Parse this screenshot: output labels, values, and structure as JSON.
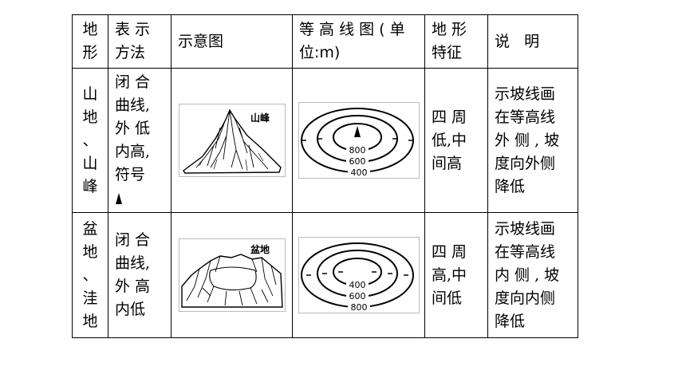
{
  "header": {
    "col1": [
      "地",
      "形"
    ],
    "col2": [
      "表 示",
      "方法"
    ],
    "col3": "示意图",
    "col4": [
      "等 高 线 图 ( 单",
      "位:m)"
    ],
    "col5": [
      "地 形",
      "特征"
    ],
    "col6": "说   明"
  },
  "rows": [
    {
      "name": [
        "山",
        "地",
        "、",
        "山",
        "峰"
      ],
      "method": [
        "闭 合",
        "曲线,",
        "外 低",
        "内高,",
        "符号"
      ],
      "figure_label": "山峰",
      "contours": [
        "800",
        "600",
        "400"
      ],
      "feature": [
        "四 周",
        "低,中",
        "间高"
      ],
      "note": [
        "示坡线画",
        "在等高线",
        "外 侧 , 坡",
        "度向外侧",
        "降低"
      ],
      "symbol_icon": "peak-triangle-icon"
    },
    {
      "name": [
        "盆",
        "地",
        "、",
        "洼",
        "地"
      ],
      "method": [
        "闭 合",
        "曲线,",
        "外 高",
        "内低"
      ],
      "figure_label": "盆地",
      "contours": [
        "400",
        "600",
        "800"
      ],
      "feature": [
        "四 周",
        "高,中",
        "间低"
      ],
      "note": [
        "示坡线画",
        "在等高线",
        "内 侧 , 坡",
        "度向内侧",
        "降低"
      ]
    }
  ]
}
